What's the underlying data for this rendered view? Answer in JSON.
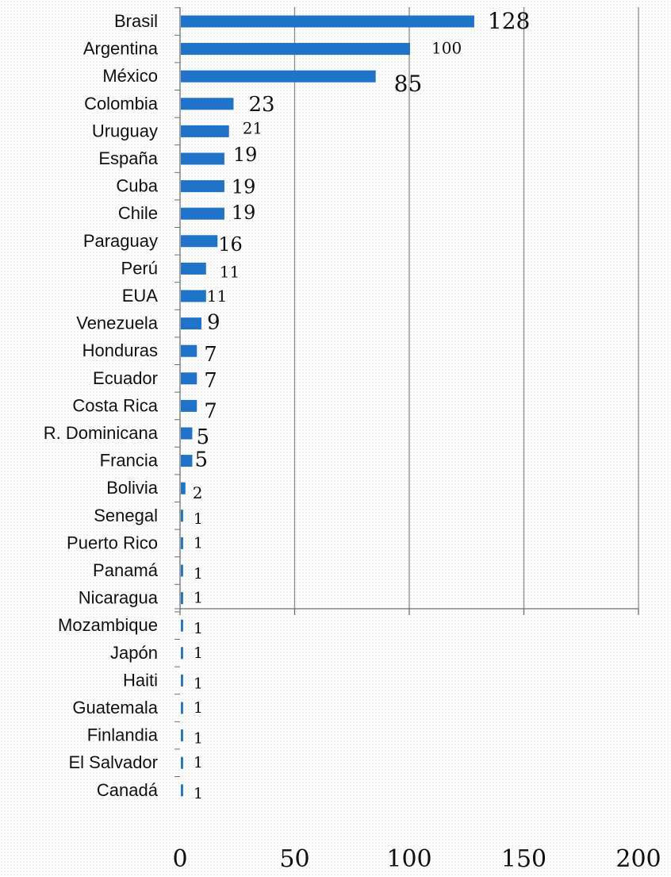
{
  "chart_data": {
    "type": "bar",
    "orientation": "horizontal",
    "categories": [
      "Brasil",
      "Argentina",
      "México",
      "Colombia",
      "Uruguay",
      "España",
      "Cuba",
      "Chile",
      "Paraguay",
      "Perú",
      "EUA",
      "Venezuela",
      "Honduras",
      "Ecuador",
      "Costa Rica",
      "R. Dominicana",
      "Francia",
      "Bolivia",
      "Senegal",
      "Puerto Rico",
      "Panamá",
      "Nicaragua",
      "Mozambique",
      "Japón",
      "Haiti",
      "Guatemala",
      "Finlandia",
      "El Salvador",
      "Canadá"
    ],
    "values": [
      128,
      100,
      85,
      23,
      21,
      19,
      19,
      19,
      16,
      11,
      11,
      9,
      7,
      7,
      7,
      5,
      5,
      2,
      1,
      1,
      1,
      1,
      1,
      1,
      1,
      1,
      1,
      1,
      1
    ],
    "data_labels": [
      "128",
      "100",
      "85",
      "23",
      "21",
      "19",
      "19",
      "19",
      "16",
      "11",
      "11",
      "9",
      "7",
      "7",
      "7",
      "5",
      "5",
      "2",
      "1",
      "1",
      "1",
      "1",
      "1",
      "1",
      "1",
      "1",
      "1",
      "1",
      "1"
    ],
    "xlim": [
      0,
      200
    ],
    "xticks": [
      0,
      50,
      100,
      150,
      200
    ],
    "xtick_labels": [
      "0",
      "50",
      "100",
      "150",
      "200"
    ],
    "grid": "vertical",
    "bar_color": "#1f73c9",
    "title": "",
    "xlabel": "",
    "ylabel": ""
  }
}
